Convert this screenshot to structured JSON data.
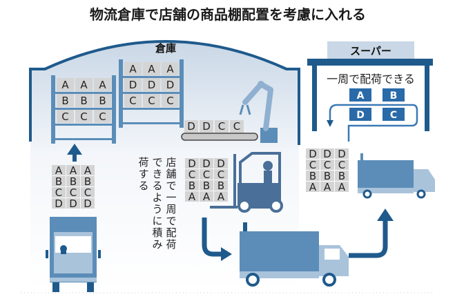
{
  "title": "物流倉庫で店舗の商品棚配置を考慮に入れる",
  "warehouse": {
    "label": "倉庫",
    "shelf_left": [
      [
        "A",
        "A",
        "A"
      ],
      [
        "B",
        "B",
        "B"
      ],
      [
        "C",
        "C",
        "C"
      ]
    ],
    "shelf_right": [
      [
        "A",
        "A",
        "A"
      ],
      [
        "D",
        "D",
        "D"
      ],
      [
        "C",
        "C",
        "C"
      ]
    ],
    "conveyor": [
      "D",
      "D",
      "C",
      "C"
    ]
  },
  "inbound_stack": [
    [
      "A",
      "A",
      "A"
    ],
    [
      "B",
      "B",
      "B"
    ],
    [
      "C",
      "C",
      "C"
    ],
    [
      "D",
      "D",
      "D"
    ]
  ],
  "forklift_stack": [
    [
      "D",
      "D",
      "D"
    ],
    [
      "C",
      "C",
      "C"
    ],
    [
      "B",
      "B",
      "B"
    ],
    [
      "A",
      "A",
      "A"
    ]
  ],
  "store_stack": [
    [
      "D",
      "D",
      "D"
    ],
    [
      "C",
      "C",
      "C"
    ],
    [
      "B",
      "B",
      "B"
    ],
    [
      "A",
      "A",
      "A"
    ]
  ],
  "loading_note": [
    "店舗で一周で配荷",
    "できるように積み",
    "荷する"
  ],
  "supermarket": {
    "label": "スーパー",
    "caption": "一周で配荷できる",
    "tiles": [
      "A",
      "B",
      "D",
      "C"
    ]
  },
  "colors": {
    "dark_blue": "#1f5a8c",
    "mid_blue": "#5b8db8",
    "light_blue": "#a9c3da",
    "box_gray": "#d4d4d4"
  }
}
